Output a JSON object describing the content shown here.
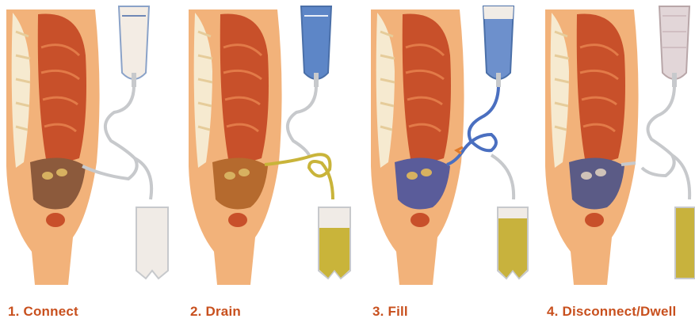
{
  "steps": [
    {
      "label": "1. Connect",
      "dialysate": "#f3ece4",
      "drain_bag": "#f0ebe6",
      "abdomen_fluid": "#8c5a3c"
    },
    {
      "label": "2. Drain",
      "dialysate": "#5d86c7",
      "drain_bag": "#c9b43a",
      "abdomen_fluid": "#b56a2e"
    },
    {
      "label": "3. Fill",
      "dialysate": "#6d90cc",
      "drain_bag": "#c8b23d",
      "abdomen_fluid": "#5a5c9a"
    },
    {
      "label": "4. Disconnect/Dwell",
      "dialysate": "#e2d6d8",
      "drain_bag": "#c8b23d",
      "abdomen_fluid": "#5b5b86"
    }
  ],
  "colors": {
    "skin": "#f2b27a",
    "spine": "#f6ead0",
    "organs": "#c8502a",
    "tube": "#c7c9cc",
    "label": "#c8501e"
  }
}
